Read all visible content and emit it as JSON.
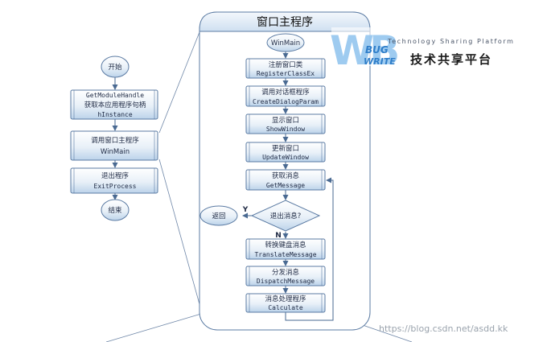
{
  "main_title": "窗口主程序",
  "left_flow": {
    "start": "开始",
    "get_module": [
      "GetModuleHandle",
      "获取本应用程序句柄",
      "hInstance"
    ],
    "call_main": [
      "调用窗口主程序",
      "WinMain"
    ],
    "exit": [
      "退出程序",
      "ExitProcess"
    ],
    "end": "结束"
  },
  "main_flow": {
    "winmain": "WinMain",
    "register": [
      "注册窗口类",
      "RegisterClassEx"
    ],
    "create": [
      "调用对话框程序",
      "CreateDialogParam"
    ],
    "show": [
      "显示窗口",
      "ShowWindow"
    ],
    "update": [
      "更新窗口",
      "UpdateWindow"
    ],
    "get_msg": [
      "获取消息",
      "GetMessage"
    ],
    "decision": "退出消息?",
    "yes": "Y",
    "no": "N",
    "return": "返回",
    "translate": [
      "转换键盘消息",
      "TranslateMessage"
    ],
    "dispatch": [
      "分发消息",
      "DispatchMessage"
    ],
    "calc": [
      "消息处理程序",
      "Calculate"
    ]
  },
  "logo": {
    "letters": "WB",
    "bug": "BUG",
    "write": "WRITE",
    "tagline": "Technology Sharing Platform",
    "cn": "技术共享平台"
  },
  "watermark": "https://blog.csdn.net/asdd.kk",
  "colors": {
    "box_fill_top": "#ffffff",
    "box_fill_bottom": "#c9dcef",
    "stroke": "#5b7ba3",
    "logo_blue": "#3f8fd8"
  }
}
